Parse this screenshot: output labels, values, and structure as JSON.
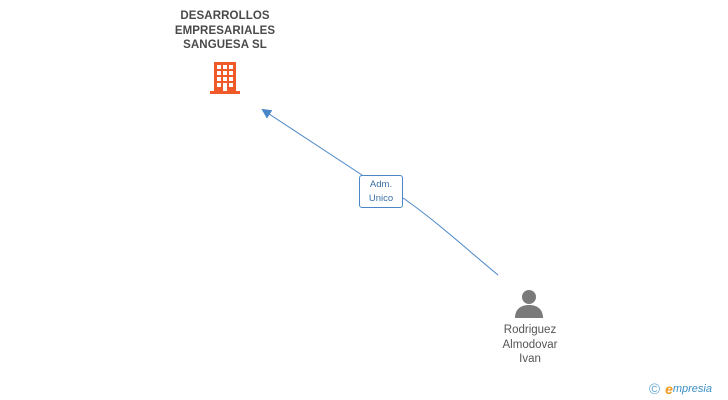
{
  "company": {
    "name_lines": [
      "DESARROLLOS",
      "EMPRESARIALES",
      "SANGUESA SL"
    ],
    "icon": "building-icon",
    "color": "#f05a28"
  },
  "relationship": {
    "role_lines": [
      "Adm.",
      "Unico"
    ],
    "line_color": "#4a86c8"
  },
  "person": {
    "name_lines": [
      "Rodriguez",
      "Almodovar",
      "Ivan"
    ],
    "icon": "person-icon",
    "color": "#7a7a7a"
  },
  "brand": {
    "copyright": "©",
    "initial": "e",
    "name_rest": "mpresia"
  }
}
